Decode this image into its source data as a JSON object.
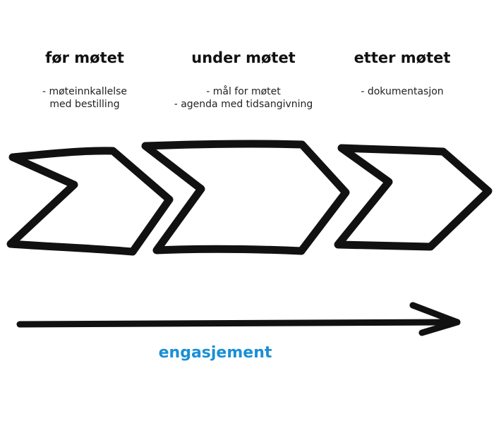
{
  "phases": [
    {
      "title": "før møtet",
      "notes": [
        "- møteinnkallelse",
        "med bestilling"
      ]
    },
    {
      "title": "under møtet",
      "notes": [
        "- mål for møtet",
        "- agenda med tidsangivning"
      ]
    },
    {
      "title": "etter møtet",
      "notes": [
        "- dokumentasjon"
      ]
    }
  ],
  "arrow": {
    "label": "engasjement"
  },
  "colors": {
    "stroke": "#111111",
    "accent": "#1a8fd6"
  }
}
